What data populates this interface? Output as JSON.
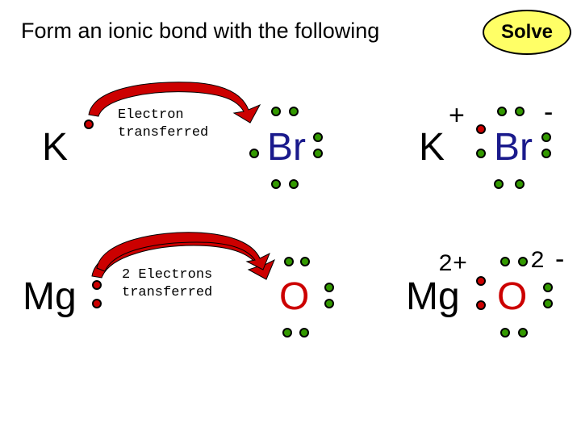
{
  "title": "Form an ionic bond with the following",
  "solve_label": "Solve",
  "colors": {
    "metal": "#000000",
    "nonmetal": "#1a1a8c",
    "oxygen": "#cc0000",
    "valence_electron": "#339900",
    "transferred_electron": "#cc0000",
    "arrow": "#cc0000",
    "button": "#ffff66"
  },
  "row1": {
    "metal": "K",
    "note_line1": "Electron",
    "note_line2": "transferred",
    "nonmetal": "Br",
    "product_metal": "K",
    "metal_charge": "+",
    "product_nonmetal": "Br",
    "nonmetal_charge": "-"
  },
  "row2": {
    "metal": "Mg",
    "note_line1": "2 Electrons",
    "note_line2": "transferred",
    "nonmetal": "O",
    "product_metal": "Mg",
    "metal_charge": "2+",
    "product_nonmetal": "O",
    "nonmetal_charge_digit": "2",
    "nonmetal_charge_sign": "-"
  }
}
